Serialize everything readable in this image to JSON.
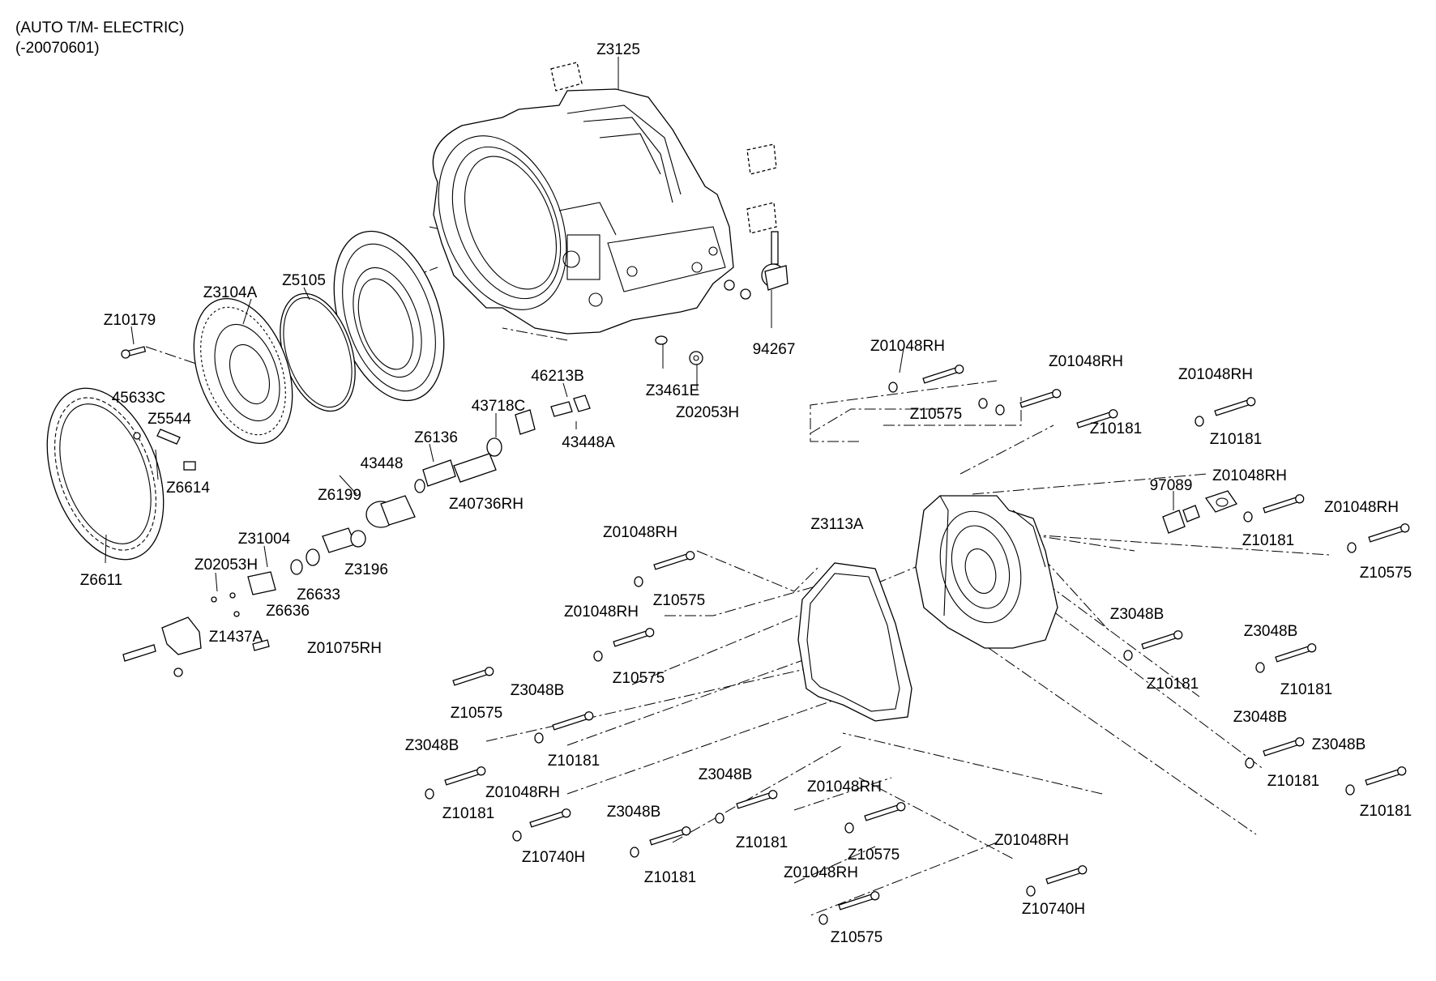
{
  "header": {
    "line1": "(AUTO T/M- ELECTRIC)",
    "line2": "(-20070601)"
  },
  "parts": {
    "Z3125": "Z3125",
    "Z3104A": "Z3104A",
    "Z5105": "Z5105",
    "Z10179": "Z10179",
    "45633C": "45633C",
    "Z5544": "Z5544",
    "Z6614": "Z6614",
    "Z6611": "Z6611",
    "46213B": "46213B",
    "43718C": "43718C",
    "43448A": "43448A",
    "Z6136": "Z6136",
    "43448": "43448",
    "Z40736RH": "Z40736RH",
    "Z6199": "Z6199",
    "Z3196": "Z3196",
    "Z31004": "Z31004",
    "Z02053H_left": "Z02053H",
    "Z6633": "Z6633",
    "Z6636": "Z6636",
    "Z1437A": "Z1437A",
    "Z01075RH": "Z01075RH",
    "Z3461E": "Z3461E",
    "Z02053H_right": "Z02053H",
    "94267": "94267",
    "97089": "97089",
    "Z3113A": "Z3113A"
  },
  "callouts": [
    {
      "id": "c1",
      "text": "Z01048RH"
    },
    {
      "id": "c2",
      "text": "Z10575"
    },
    {
      "id": "c3",
      "text": "Z01048RH"
    },
    {
      "id": "c4",
      "text": "Z10181"
    },
    {
      "id": "c5",
      "text": "Z01048RH"
    },
    {
      "id": "c6",
      "text": "Z10181"
    },
    {
      "id": "c7",
      "text": "Z01048RH"
    },
    {
      "id": "c8",
      "text": "Z10181"
    },
    {
      "id": "c9",
      "text": "Z01048RH"
    },
    {
      "id": "c10",
      "text": "Z10575"
    },
    {
      "id": "c11",
      "text": "Z01048RH"
    },
    {
      "id": "c12",
      "text": "Z10575"
    },
    {
      "id": "c13",
      "text": "Z01048RH"
    },
    {
      "id": "c14",
      "text": "Z10575"
    },
    {
      "id": "c15",
      "text": "Z3048B"
    },
    {
      "id": "c16",
      "text": "Z10181"
    },
    {
      "id": "c17",
      "text": "Z3048B"
    },
    {
      "id": "c18",
      "text": "Z10181"
    },
    {
      "id": "c19",
      "text": "Z10575"
    },
    {
      "id": "c20",
      "text": "Z3048B"
    },
    {
      "id": "c21",
      "text": "Z10181"
    },
    {
      "id": "c22",
      "text": "Z3048B"
    },
    {
      "id": "c23",
      "text": "Z10181"
    },
    {
      "id": "c24",
      "text": "Z01048RH"
    },
    {
      "id": "c25",
      "text": "Z10740H"
    },
    {
      "id": "c26",
      "text": "Z3048B"
    },
    {
      "id": "c27",
      "text": "Z10181"
    },
    {
      "id": "c28",
      "text": "Z3048B"
    },
    {
      "id": "c29",
      "text": "Z10181"
    },
    {
      "id": "c30",
      "text": "Z01048RH"
    },
    {
      "id": "c31",
      "text": "Z10575"
    },
    {
      "id": "c32",
      "text": "Z01048RH"
    },
    {
      "id": "c33",
      "text": "Z10575"
    },
    {
      "id": "c34",
      "text": "Z01048RH"
    },
    {
      "id": "c35",
      "text": "Z10740H"
    },
    {
      "id": "c36",
      "text": "Z3048B"
    },
    {
      "id": "c37",
      "text": "Z10181"
    },
    {
      "id": "c38",
      "text": "Z3048B"
    },
    {
      "id": "c39",
      "text": "Z10181"
    }
  ]
}
